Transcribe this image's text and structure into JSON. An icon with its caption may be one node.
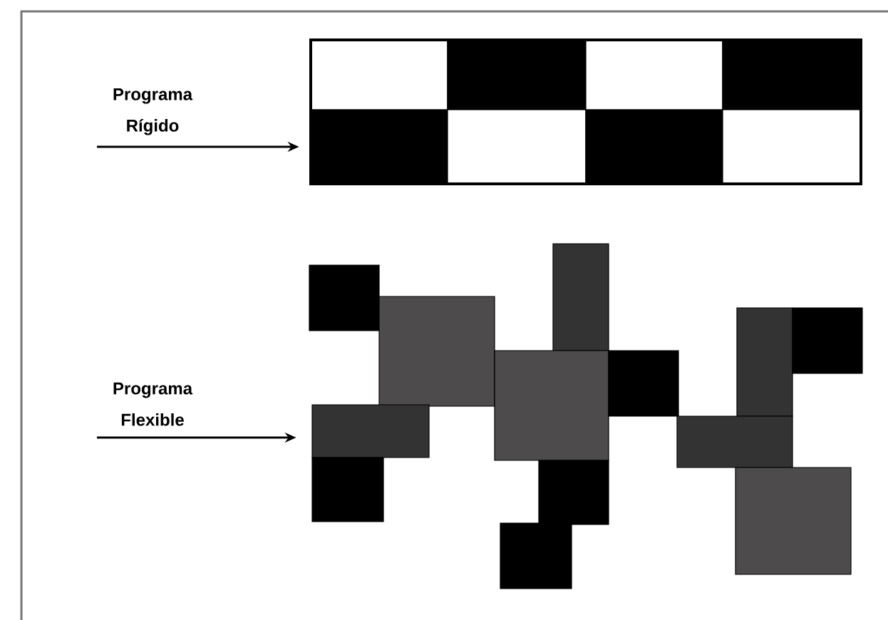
{
  "diagram": {
    "nodes": [
      {
        "text": [
          "Programa Rígido"
        ]
      },
      {
        "text": [],
        "shape": "picture"
      },
      {
        "text": [
          "Programa Flexible"
        ]
      },
      {
        "text": [],
        "shape": "picture"
      }
    ],
    "edges": [
      {
        "from": 0,
        "to": 1,
        "arrow": "to"
      },
      {
        "from": 2,
        "to": 3,
        "arrow": "to"
      }
    ]
  }
}
